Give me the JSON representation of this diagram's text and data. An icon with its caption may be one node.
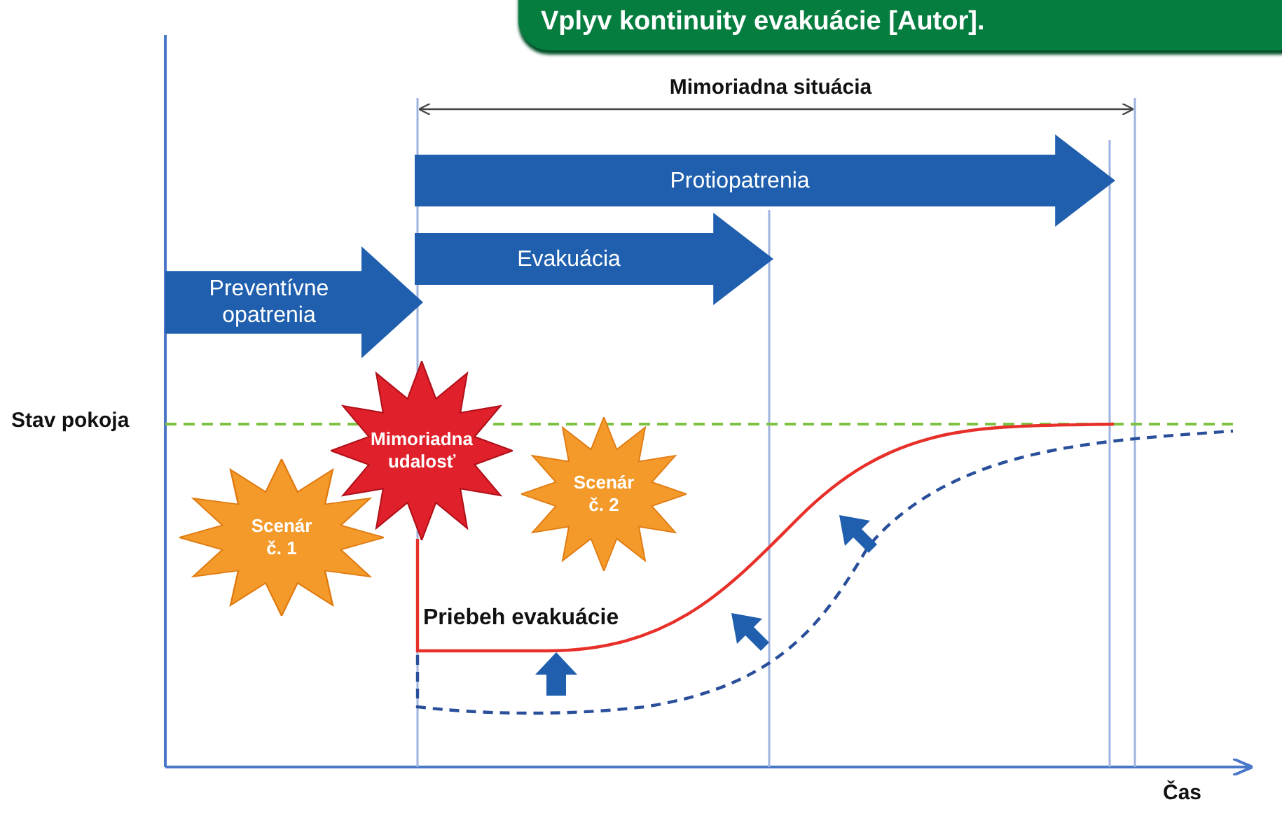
{
  "diagram": {
    "title": "Vplyv kontinuity evakuácie [Autor].",
    "nodes": [
      {
        "text": [
          "Preventívne opatrenia"
        ]
      },
      {
        "text": [
          "Evakuácia"
        ]
      },
      {
        "text": [
          "Protiopatrenia"
        ]
      },
      {
        "text": [
          "Scenár č. 1"
        ]
      },
      {
        "text": [
          "Mimoriadna udalosť"
        ]
      },
      {
        "text": [
          "Scenár č. 2"
        ]
      }
    ],
    "labels": [
      "Mimoriadna situácia",
      "Stav pokoja",
      "Priebeh evakuácie",
      "Čas"
    ]
  }
}
